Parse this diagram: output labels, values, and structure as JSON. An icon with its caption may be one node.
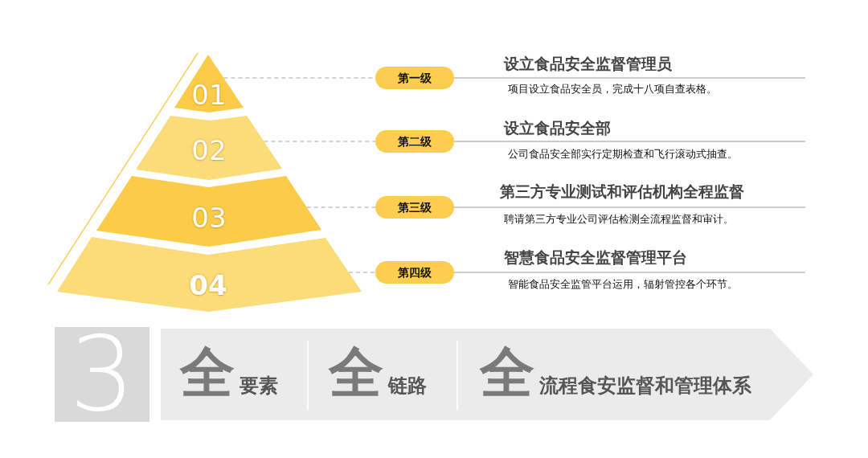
{
  "diagram": {
    "nodes": [
      {
        "text": [
          "01"
        ]
      },
      {
        "text": [
          "02"
        ]
      },
      {
        "text": [
          "03"
        ]
      },
      {
        "text": [
          "04"
        ]
      },
      {
        "text": [
          "第一级"
        ]
      },
      {
        "text": [
          "第二级"
        ]
      },
      {
        "text": [
          "第三级"
        ]
      },
      {
        "text": [
          "第四级"
        ]
      },
      {
        "text": [
          "3"
        ]
      },
      {
        "text": [
          "全",
          "要素",
          "全",
          "链路",
          "全",
          "流程食安监督和管理体系"
        ]
      }
    ],
    "edges": [
      {
        "from": 0,
        "to": 4,
        "arrow": "none",
        "style": "dashed"
      },
      {
        "from": 1,
        "to": 5,
        "arrow": "none",
        "style": "dashed"
      },
      {
        "from": 2,
        "to": 6,
        "arrow": "none",
        "style": "dashed"
      },
      {
        "from": 3,
        "to": 7,
        "arrow": "none",
        "style": "dashed"
      }
    ],
    "labels": [
      "设立食品安全监督管理员",
      "项目设立食品安全员，完成十八项自查表格。",
      "设立食品安全部",
      "公司食品安全部实行定期检查和飞行滚动式抽查。",
      "第三方专业测试和评估机构全程监督",
      "聘请第三方专业公司评估检测全流程监督和审计。",
      "智慧食品安全监督管理平台",
      "智能食品安全监管平台运用，辐射管控各个环节。"
    ]
  }
}
